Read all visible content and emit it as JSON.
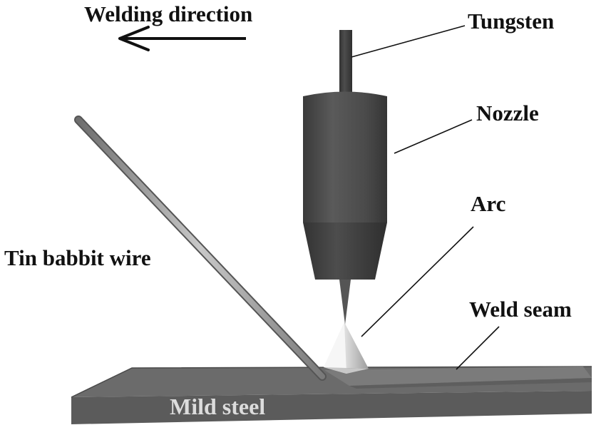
{
  "labels": {
    "welding_direction": "Welding direction",
    "tungsten": "Tungsten",
    "nozzle": "Nozzle",
    "arc": "Arc",
    "tin_babbit_wire": "Tin babbit wire",
    "weld_seam": "Weld seam",
    "mild_steel": "Mild steel"
  },
  "colors": {
    "nozzle_body": "#4a4a4a",
    "plate_top": "#6b6b6b",
    "plate_front": "#5b5b5b",
    "wire": "#9a9a9a",
    "arc_glow": "#e0e0e0",
    "text": "#111111",
    "plate_text": "#dcdcdc"
  }
}
